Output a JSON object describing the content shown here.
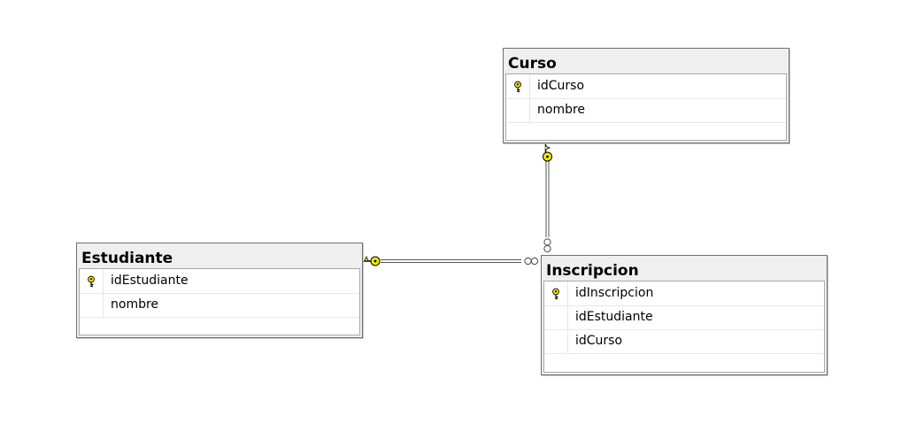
{
  "tables": {
    "curso": {
      "name": "Curso",
      "columns": [
        {
          "name": "idCurso",
          "primary_key": true
        },
        {
          "name": "nombre",
          "primary_key": false
        }
      ]
    },
    "estudiante": {
      "name": "Estudiante",
      "columns": [
        {
          "name": "idEstudiante",
          "primary_key": true
        },
        {
          "name": "nombre",
          "primary_key": false
        }
      ]
    },
    "inscripcion": {
      "name": "Inscripcion",
      "columns": [
        {
          "name": "idInscripcion",
          "primary_key": true
        },
        {
          "name": "idEstudiante",
          "primary_key": false
        },
        {
          "name": "idCurso",
          "primary_key": false
        }
      ]
    }
  },
  "relationships": [
    {
      "from": "Curso",
      "to": "Inscripcion",
      "one_end": "key-icon",
      "many_end": "infinity-icon"
    },
    {
      "from": "Estudiante",
      "to": "Inscripcion",
      "one_end": "key-icon",
      "many_end": "infinity-icon"
    }
  ],
  "colors": {
    "key_yellow": "#f5e800",
    "connector": "#555555",
    "header_bg": "#efefef",
    "border": "#6f6f6f"
  }
}
